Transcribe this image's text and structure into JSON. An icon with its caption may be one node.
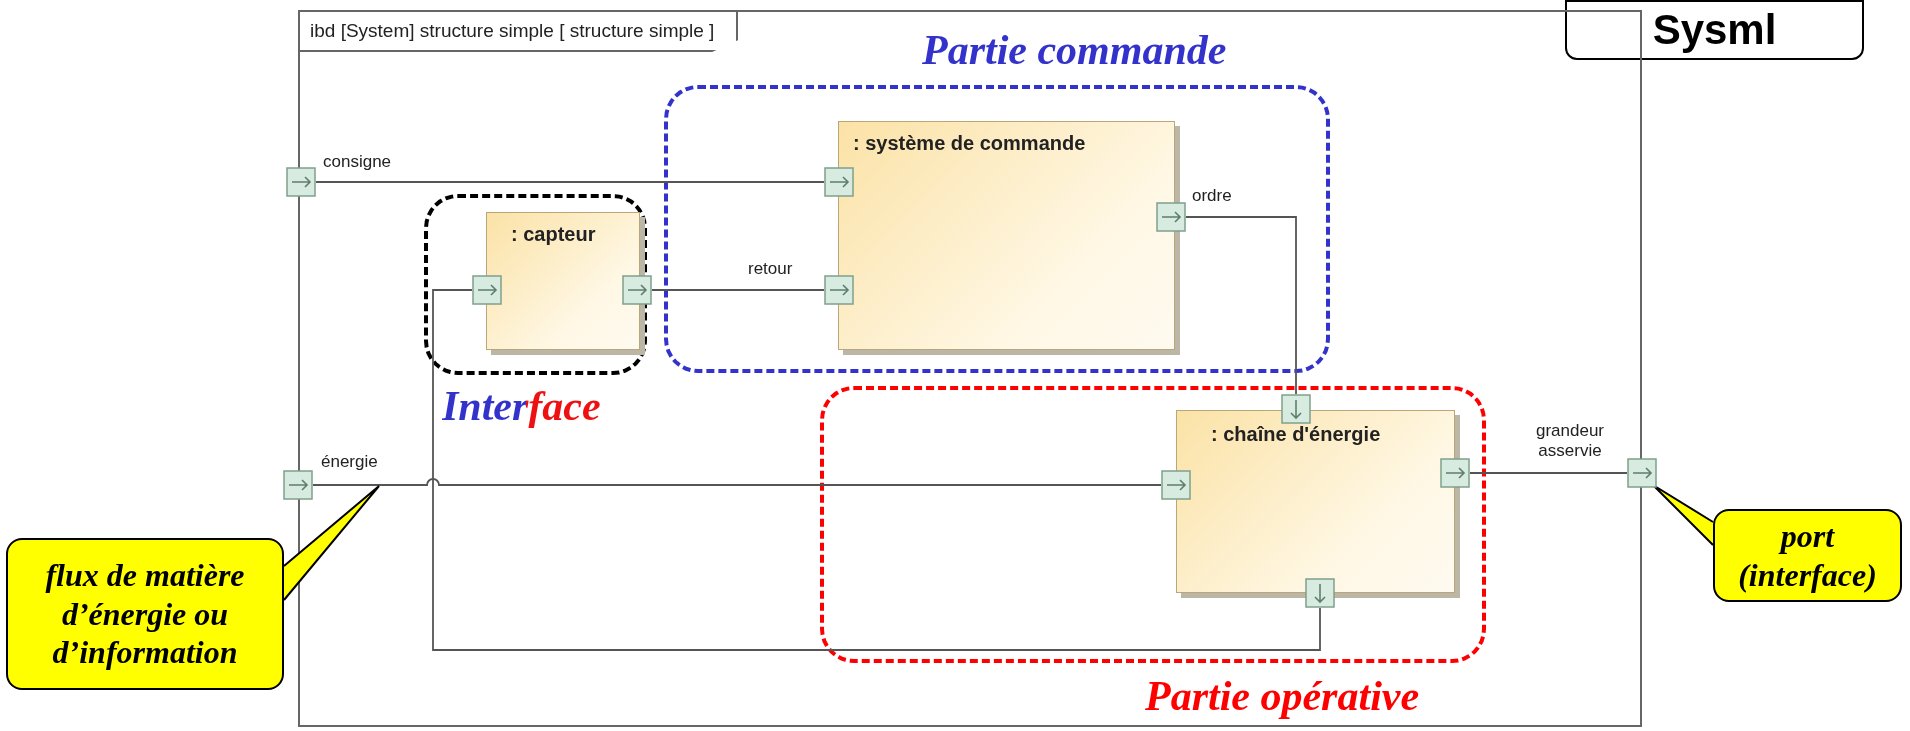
{
  "diagram": {
    "nodes": [
      {
        "text": [
          "Sysml"
        ]
      },
      {
        "text": [
          "ibd [System] structure simple [ structure simple ]"
        ]
      },
      {
        "text": [
          "Partie commande"
        ],
        "in": 1
      },
      {
        "text": [
          ": système de commande"
        ],
        "in": 2
      },
      {
        "text": [],
        "shape": "box",
        "in": 3
      },
      {
        "text": [],
        "shape": "box",
        "in": 3,
        "beside": [
          "retour"
        ]
      },
      {
        "text": [],
        "shape": "box",
        "in": 3,
        "beside": [
          "ordre"
        ]
      },
      {
        "text": [],
        "shape": "box",
        "in": 1,
        "beside": [
          "consigne"
        ]
      },
      {
        "text": [
          "Interface"
        ],
        "in": 1
      },
      {
        "text": [
          ": capteur"
        ],
        "in": 8
      },
      {
        "text": [],
        "shape": "box",
        "in": 9
      },
      {
        "text": [],
        "shape": "box",
        "in": 9
      },
      {
        "text": [],
        "shape": "box",
        "in": 1,
        "beside": [
          "énergie"
        ]
      },
      {
        "text": [
          "Partie opérative"
        ],
        "in": 1
      },
      {
        "text": [
          ": chaîne d'énergie"
        ],
        "in": 13
      },
      {
        "text": [],
        "shape": "box",
        "in": 14
      },
      {
        "text": [],
        "shape": "box",
        "in": 14
      },
      {
        "text": [],
        "shape": "box",
        "in": 14
      },
      {
        "text": [],
        "shape": "box",
        "in": 14
      },
      {
        "text": [],
        "shape": "box",
        "in": 1,
        "beside": [
          "grandeur asservie"
        ]
      },
      {
        "text": [
          "flux de matière d’énergie ou d’information"
        ]
      },
      {
        "text": [
          "port (interface)"
        ]
      }
    ],
    "edges": [
      {
        "from": 7,
        "to": 4,
        "arrow": "none"
      },
      {
        "from": 11,
        "to": 5,
        "arrow": "none"
      },
      {
        "from": 6,
        "to": 15,
        "arrow": "none"
      },
      {
        "from": 12,
        "to": 16,
        "arrow": "none"
      },
      {
        "from": 17,
        "to": 19,
        "arrow": "none"
      },
      {
        "from": 18,
        "to": 10,
        "arrow": "none"
      },
      {
        "from": 20,
        "to": null,
        "arrow": "to"
      },
      {
        "from": 21,
        "to": 19,
        "arrow": "to"
      }
    ]
  }
}
